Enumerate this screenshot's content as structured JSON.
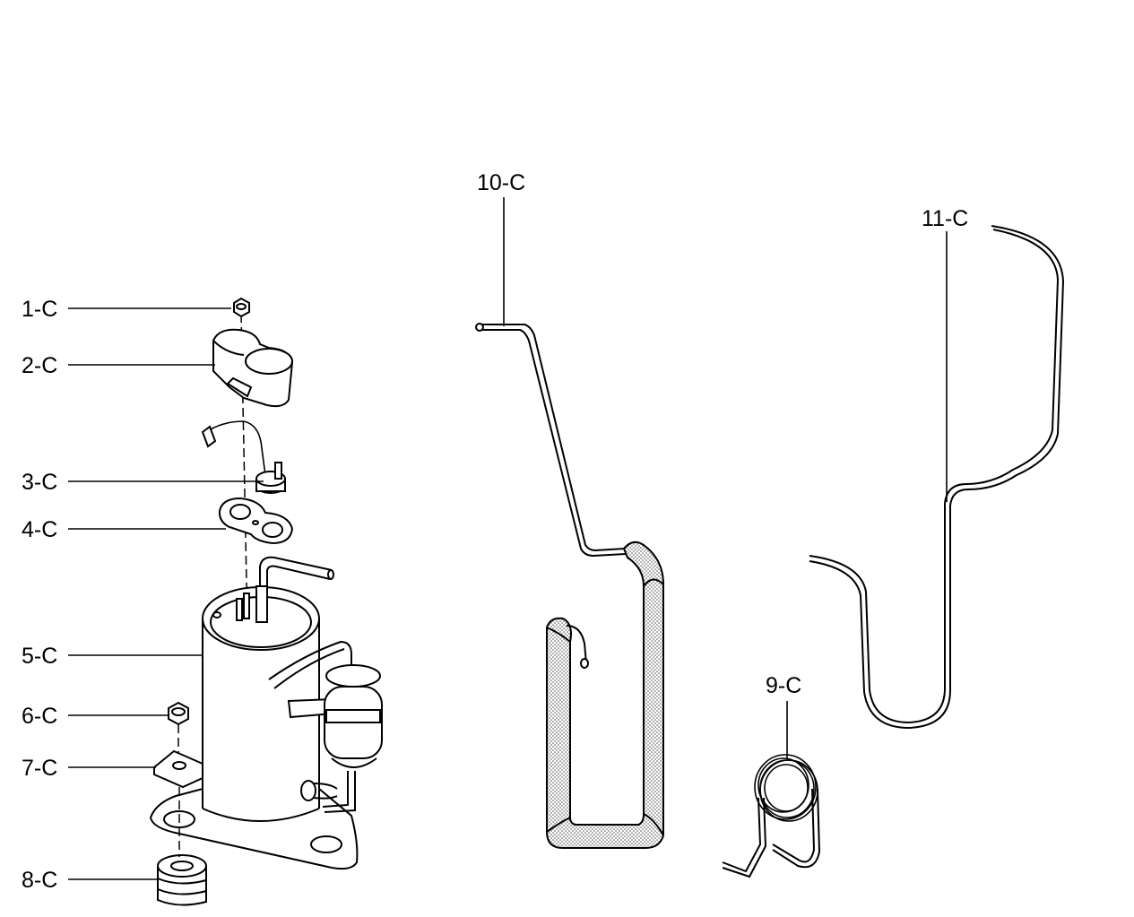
{
  "diagram": {
    "parts": [
      {
        "id": "1-C"
      },
      {
        "id": "2-C"
      },
      {
        "id": "3-C"
      },
      {
        "id": "4-C"
      },
      {
        "id": "5-C"
      },
      {
        "id": "6-C"
      },
      {
        "id": "7-C"
      },
      {
        "id": "8-C"
      },
      {
        "id": "9-C"
      },
      {
        "id": "10-C"
      },
      {
        "id": "11-C"
      }
    ],
    "colors": {
      "ink": "#000000",
      "paper": "#ffffff",
      "insulation": "#d9d9d9"
    }
  }
}
